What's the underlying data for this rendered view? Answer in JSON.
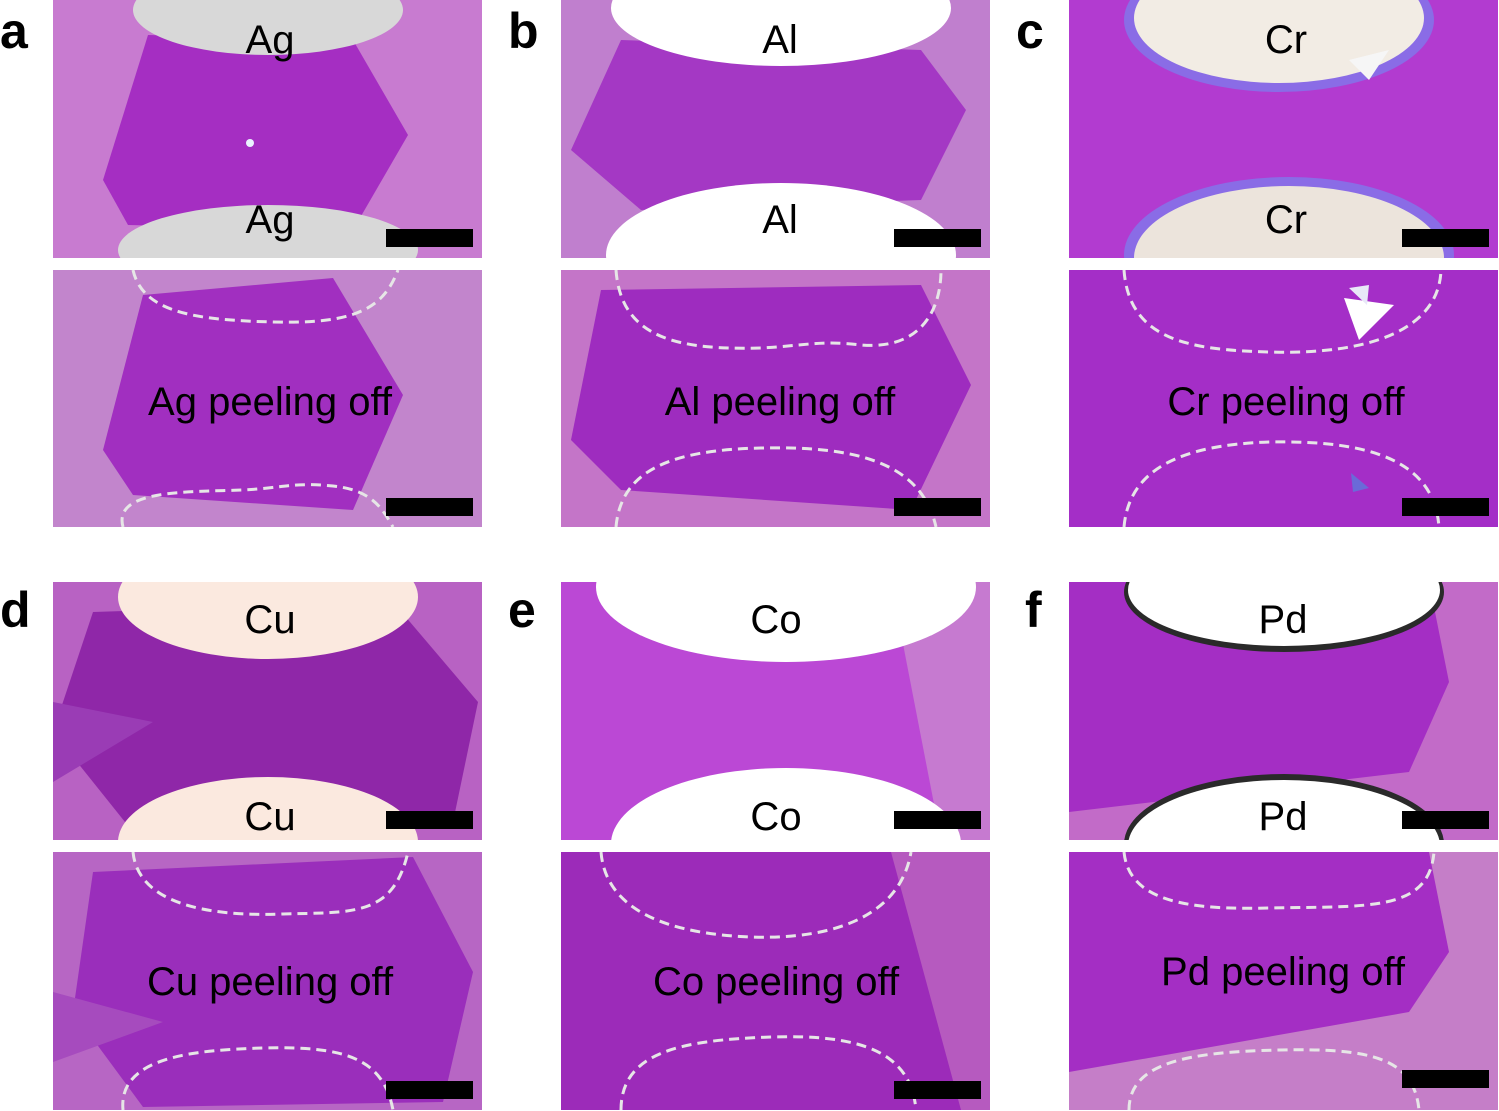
{
  "panels": [
    {
      "letter": "a",
      "metal": "Ag",
      "top_top": "Ag",
      "top_bottom": "Ag",
      "peel": "Ag peeling off"
    },
    {
      "letter": "b",
      "metal": "Al",
      "top_top": "Al",
      "top_bottom": "Al",
      "peel": "Al peeling off"
    },
    {
      "letter": "c",
      "metal": "Cr",
      "top_top": "Cr",
      "top_bottom": "Cr",
      "peel": "Cr peeling off"
    },
    {
      "letter": "d",
      "metal": "Cu",
      "top_top": "Cu",
      "top_bottom": "Cu",
      "peel": "Cu peeling off"
    },
    {
      "letter": "e",
      "metal": "Co",
      "top_top": "Co",
      "top_bottom": "Co",
      "peel": "Co peeling off"
    },
    {
      "letter": "f",
      "metal": "Pd",
      "top_top": "Pd",
      "top_bottom": "Pd",
      "peel": "Pd peeling off"
    }
  ],
  "colors": {
    "substrate": "#c77ac9",
    "flake": "#a22ec0",
    "electrode_ag": "#d6d6d6",
    "electrode_al": "#ffffff",
    "electrode_cr": "#ece4dc",
    "electrode_cu": "#fbe9df",
    "electrode_co": "#ffffff",
    "electrode_pd": "#ffffff",
    "dashed_outline": "#e6e6e6",
    "scale_bar": "#000000"
  }
}
